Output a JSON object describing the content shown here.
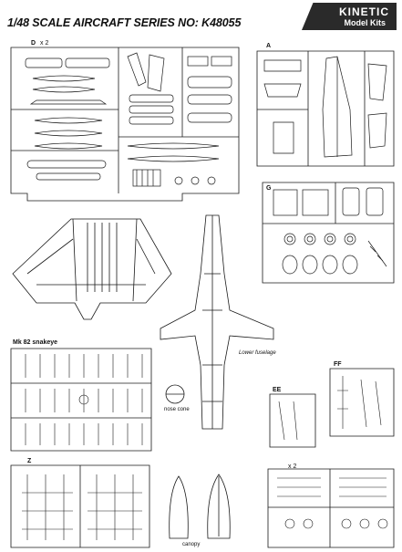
{
  "header": {
    "title": "1/48 SCALE AIRCRAFT SERIES NO: K48055",
    "brand_name": "KINETIC",
    "brand_sub": "Model Kits"
  },
  "sprues": {
    "d": "D",
    "d_qty": "x 2",
    "a": "A",
    "g": "G",
    "mk82": "Mk 82 snakeye",
    "ee": "EE",
    "ff": "FF",
    "z": "Z",
    "x2": "x 2"
  },
  "captions": {
    "lower_fuselage": "Lower fuselage",
    "nose_cone": "nose cone",
    "canopy": "canopy"
  },
  "colors": {
    "line": "#1a1a1a",
    "shade": "#9a9a9a",
    "brand_bg": "#2a2a2a"
  }
}
